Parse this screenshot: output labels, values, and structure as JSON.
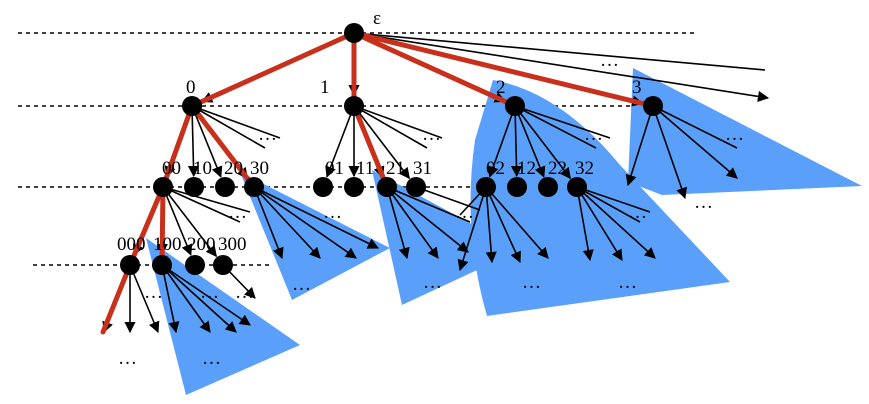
{
  "root_label": "ε",
  "level1_labels": [
    "0",
    "1",
    "2",
    "3"
  ],
  "level2_labels": [
    "00",
    "10",
    "20",
    "30",
    "01",
    "11",
    "21",
    "31",
    "02",
    "12",
    "22",
    "32"
  ],
  "level3_labels": [
    "000",
    "100",
    "200",
    "300"
  ],
  "ellipsis": "…",
  "colors": {
    "highlight_subtree": "#5aa0fa",
    "path": "#c8301c",
    "node": "#000000"
  }
}
